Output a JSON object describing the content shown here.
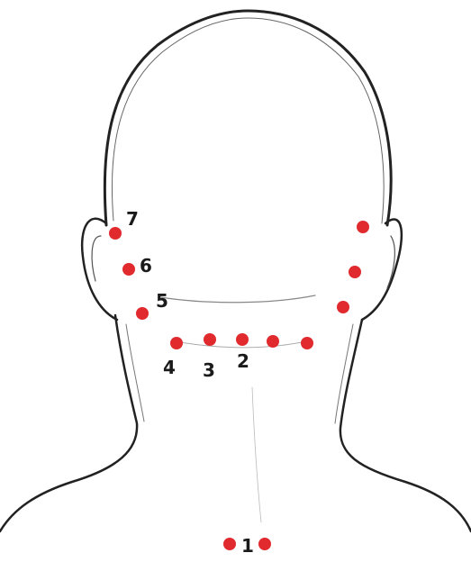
{
  "figure": {
    "labels": [
      "1",
      "2",
      "3",
      "4",
      "5",
      "6",
      "7"
    ],
    "point_color": "#e02a2e",
    "outline_color": "#222222"
  }
}
